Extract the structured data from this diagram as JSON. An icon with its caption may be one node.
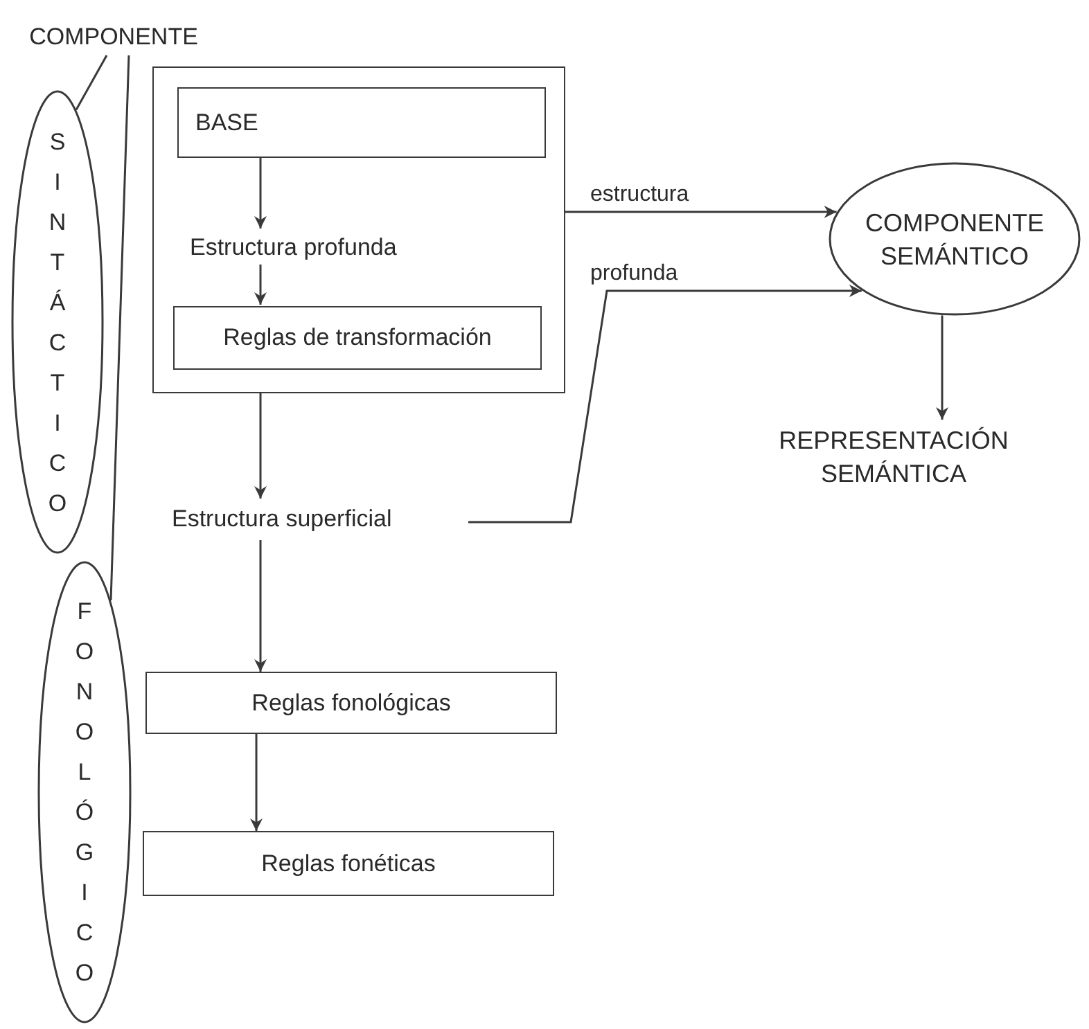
{
  "diagram": {
    "nodes": [
      {
        "text": [
          "COMPONENTE"
        ]
      },
      {
        "text": [
          "SINTÁCTICO"
        ]
      },
      {
        "text": [
          "FONOLÓGICO"
        ]
      },
      {
        "text": [],
        "shape": "box"
      },
      {
        "text": [
          "BASE"
        ],
        "in": 3
      },
      {
        "text": [
          "Estructura profunda"
        ],
        "in": 3
      },
      {
        "text": [
          "Reglas de transformación"
        ],
        "in": 3
      },
      {
        "text": [
          "Estructura superficial"
        ]
      },
      {
        "text": [
          "COMPONENTE SEMÁNTICO"
        ]
      },
      {
        "text": [
          "REPRESENTACIÓN SEMÁNTICA"
        ]
      },
      {
        "text": [
          "Reglas fonológicas"
        ]
      },
      {
        "text": [
          "Reglas fonéticas"
        ]
      }
    ],
    "edges": [
      {
        "from": 0,
        "to": 1,
        "arrow": "none"
      },
      {
        "from": 0,
        "to": 2,
        "arrow": "none"
      },
      {
        "from": 4,
        "to": 5,
        "arrow": "to"
      },
      {
        "from": 5,
        "to": 6,
        "arrow": "to"
      },
      {
        "from": 3,
        "to": 7,
        "arrow": "to"
      },
      {
        "from": 3,
        "to": 8,
        "arrow": "to",
        "label": "estructura"
      },
      {
        "from": 7,
        "to": 8,
        "arrow": "to",
        "label": "profunda"
      },
      {
        "from": 8,
        "to": 9,
        "arrow": "to"
      },
      {
        "from": 7,
        "to": 10,
        "arrow": "to"
      },
      {
        "from": 10,
        "to": 11,
        "arrow": "to"
      }
    ]
  }
}
